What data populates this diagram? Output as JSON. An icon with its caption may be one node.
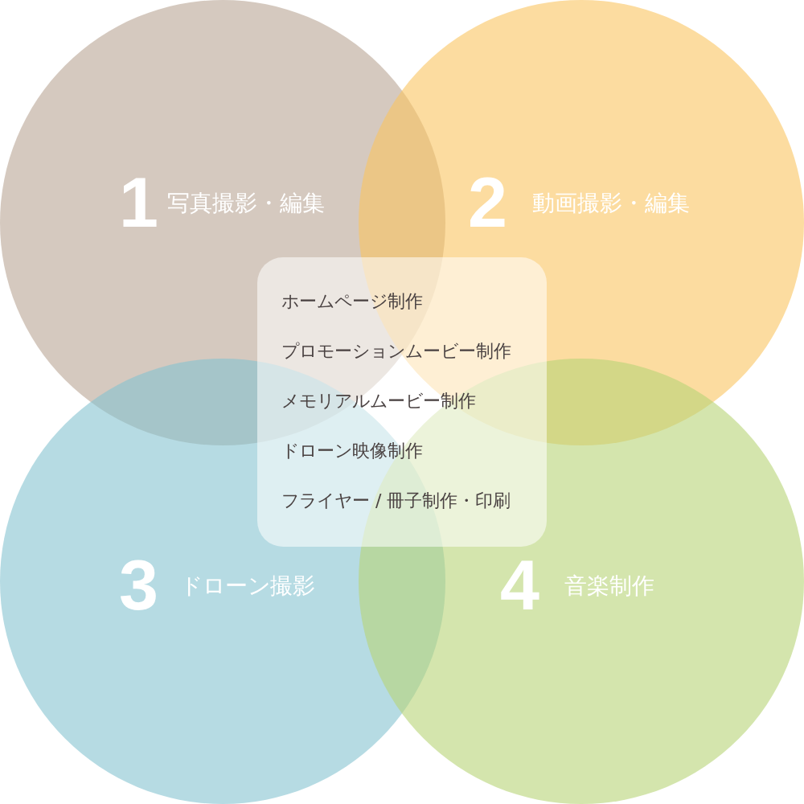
{
  "diagram": {
    "nodes": [
      {
        "text": [
          "1",
          "写真撮影・編集"
        ]
      },
      {
        "text": [
          "2",
          "動画撮影・編集"
        ]
      },
      {
        "text": [
          "3",
          "ドローン撮影"
        ]
      },
      {
        "text": [
          "4",
          "音楽制作"
        ]
      },
      {
        "text": [
          "ホームページ制作",
          "プロモーションムービー制作",
          "メモリアルムービー制作",
          "ドローン映像制作",
          "フライヤー / 冊子制作・印刷"
        ]
      }
    ]
  }
}
